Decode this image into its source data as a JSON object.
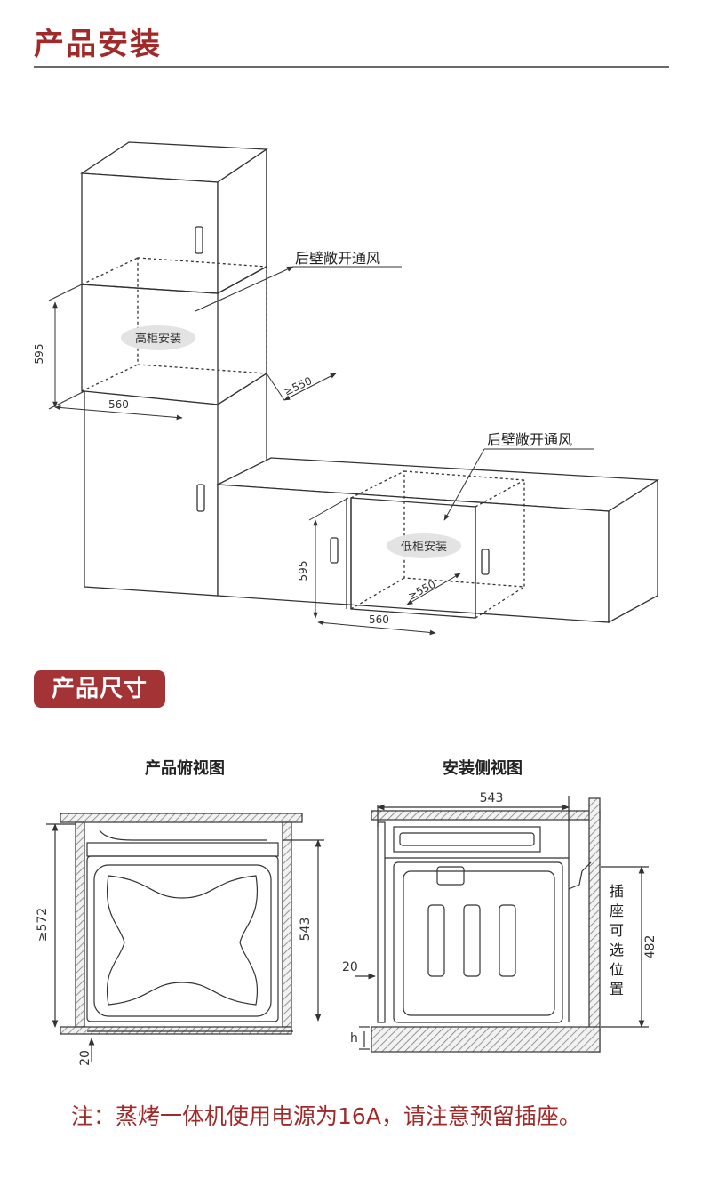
{
  "section1": {
    "title": "产品安装"
  },
  "section2": {
    "title": "产品尺寸"
  },
  "install": {
    "tall": {
      "vent_label": "后壁敞开通风",
      "cabinet_label": "高柜安装",
      "height_dim": "595",
      "width_dim": "560",
      "depth_dim": "≥550"
    },
    "low": {
      "vent_label": "后壁敞开通风",
      "cabinet_label": "低柜安装",
      "height_dim": "595",
      "width_dim": "560",
      "depth_dim": "≥550"
    }
  },
  "top_view": {
    "title": "产品俯视图",
    "depth_dim": "≥572",
    "height_dim": "543",
    "bottom_dim": "20"
  },
  "side_view": {
    "title": "安装侧视图",
    "top_dim": "543",
    "left_dim": "20",
    "h_label": "h",
    "socket_label": "插座可选位置",
    "socket_chars": [
      "插",
      "座",
      "可",
      "选",
      "位",
      "置"
    ],
    "height_dim": "482"
  },
  "note": {
    "text": "注：蒸烤一体机使用电源为16A，请注意预留插座。"
  },
  "colors": {
    "accent": "#a02a2a",
    "pill": "#a33335",
    "line": "#333333"
  }
}
